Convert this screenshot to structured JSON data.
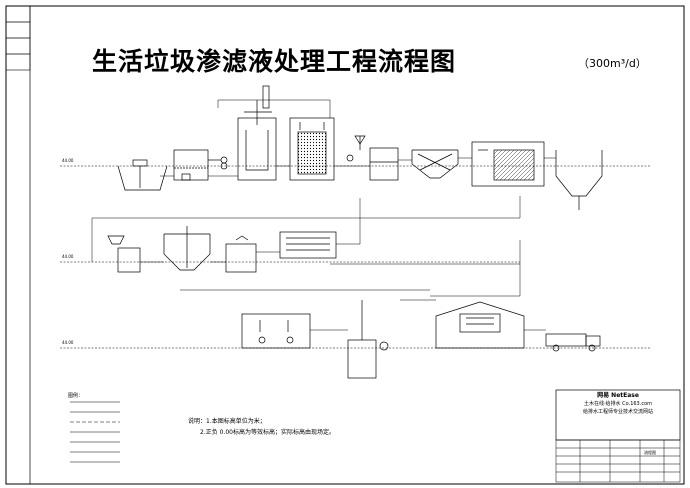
{
  "drawing": {
    "title": "生活垃圾渗滤液处理工程流程图",
    "capacity": "（300m³/d）",
    "elevations": [
      "44.00",
      "44.00",
      "44.00"
    ],
    "notes": [
      "说明：1.本图标高单位为米；",
      "2.正负 0.00标高为等效标高；实际标高由现场定。"
    ],
    "legend_title": "图例："
  },
  "stamp": {
    "line1": "网易 NetEase",
    "line2": "土木在线·给排水  Co.163.com",
    "line3": "给排水工程师专业技术交流网站"
  },
  "titleblock": {
    "drawing_name": "流程图"
  },
  "colors": {
    "ink": "#000000",
    "paper": "#ffffff"
  }
}
